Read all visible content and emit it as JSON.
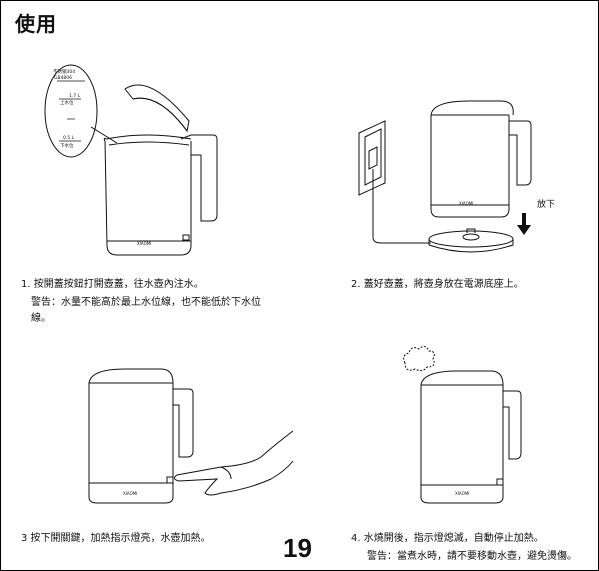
{
  "page": {
    "title": "使用",
    "page_number": "19"
  },
  "steps": [
    {
      "caption": "1. 按開蓋按鈕打開壺蓋，往水壺內注水。",
      "warning": "警告：水量不能高於最上水位線，也不能低於下水位線。"
    },
    {
      "caption": "2. 蓋好壺蓋，將壺身放在電源底座上。",
      "arrow_label": "放下"
    },
    {
      "caption": "3  按下開關鍵，加熱指示燈亮，水壺加熱。"
    },
    {
      "caption": "4. 水燒開後，指示燈熄滅，自動停止加熱。",
      "warning": "警告：當煮水時，請不要移動水壺，避免燙傷。"
    }
  ],
  "scale_label": {
    "material_line1": "不锈钢304",
    "material_line2": "GB4806",
    "max_volume": "1.7 L",
    "max_label": "上水位",
    "min_volume": "0.5 L",
    "min_label": "下水位"
  },
  "kettle_brand": "XIAOMI",
  "colors": {
    "ink": "#111111",
    "background": "#ffffff"
  }
}
